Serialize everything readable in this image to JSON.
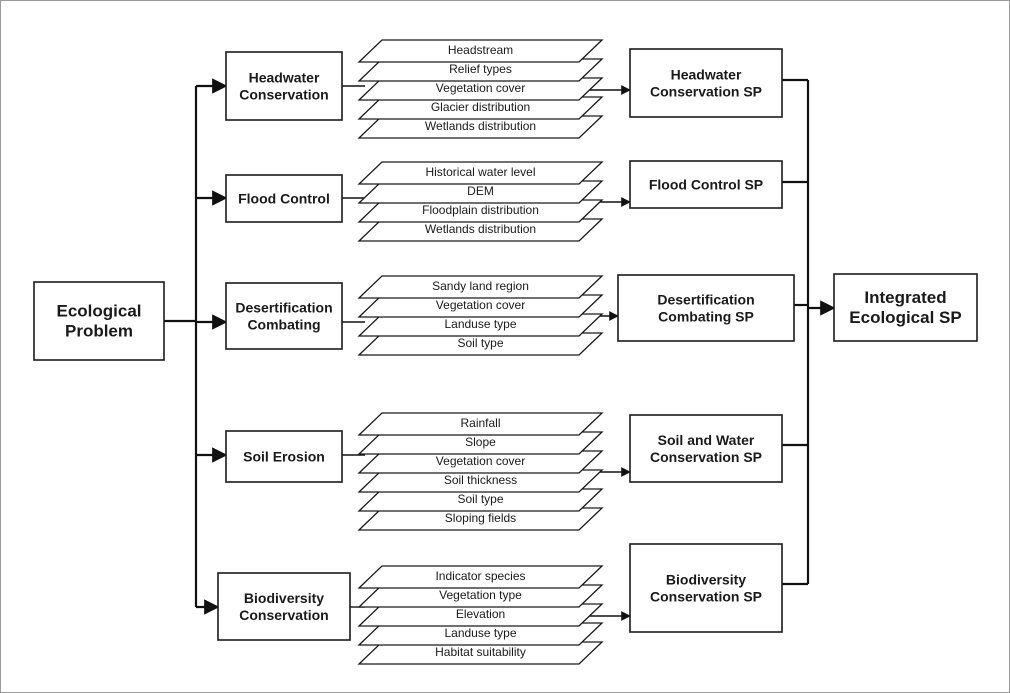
{
  "root": {
    "lines": [
      "Ecological",
      "Problem"
    ]
  },
  "problems": [
    {
      "lines": [
        "Headwater",
        "Conservation"
      ],
      "layers": [
        "Headstream",
        "Relief types",
        "Vegetation cover",
        "Glacier distribution",
        "Wetlands distribution"
      ],
      "sp": [
        "Headwater",
        "Conservation SP"
      ]
    },
    {
      "lines": [
        "Flood Control"
      ],
      "layers": [
        "Historical water level",
        "DEM",
        "Floodplain distribution",
        "Wetlands distribution"
      ],
      "sp": [
        "Flood Control SP"
      ]
    },
    {
      "lines": [
        "Desertification",
        "Combating"
      ],
      "layers": [
        "Sandy land region",
        "Vegetation cover",
        "Landuse type",
        "Soil type"
      ],
      "sp": [
        "Desertification",
        "Combating SP"
      ]
    },
    {
      "lines": [
        "Soil Erosion"
      ],
      "layers": [
        "Rainfall",
        "Slope",
        "Vegetation cover",
        "Soil thickness",
        "Soil type",
        "Sloping fields"
      ],
      "sp": [
        "Soil and Water",
        "Conservation SP"
      ]
    },
    {
      "lines": [
        "Biodiversity",
        "Conservation"
      ],
      "layers": [
        "Indicator species",
        "Vegetation type",
        "Elevation",
        "Landuse type",
        "Habitat suitability"
      ],
      "sp": [
        "Biodiversity",
        "Conservation SP"
      ]
    }
  ],
  "integrated": {
    "lines": [
      "Integrated",
      "Ecological SP"
    ]
  },
  "colors": {
    "stroke": "#1a1a1a",
    "background": "#ffffff"
  }
}
